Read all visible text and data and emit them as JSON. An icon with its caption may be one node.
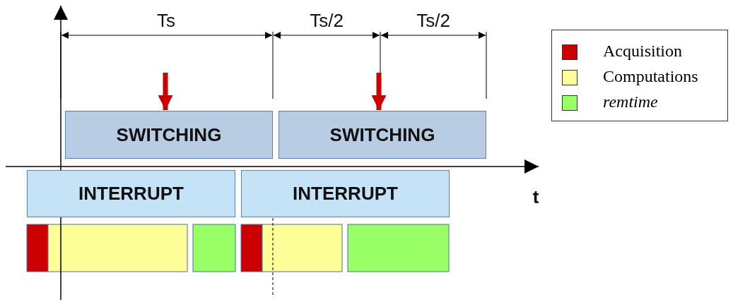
{
  "diagram": {
    "nodes": [
      {
        "text": [
          "SWITCHING"
        ]
      },
      {
        "text": [
          "SWITCHING"
        ]
      },
      {
        "text": [
          "INTERRUPT"
        ]
      },
      {
        "text": [
          "INTERRUPT"
        ]
      },
      {
        "text": [],
        "shape": "bar"
      },
      {
        "text": [],
        "shape": "bar"
      },
      {
        "text": [],
        "shape": "bar"
      },
      {
        "text": [],
        "shape": "bar"
      },
      {
        "text": [],
        "shape": "bar"
      },
      {
        "text": [],
        "shape": "bar"
      }
    ],
    "edges": [
      {
        "from": null,
        "to": 0,
        "arrow": "to",
        "color": "#cc0000"
      },
      {
        "from": null,
        "to": 1,
        "arrow": "to",
        "color": "#cc0000"
      }
    ],
    "labels": [
      "Ts",
      "Ts/2",
      "Ts/2",
      "t"
    ],
    "legend": [
      {
        "text": "Acquisition",
        "color": "#cc0000"
      },
      {
        "text": "Computations",
        "color": "#ffff99"
      },
      {
        "text": "remtime",
        "color": "#99ff66"
      }
    ]
  }
}
